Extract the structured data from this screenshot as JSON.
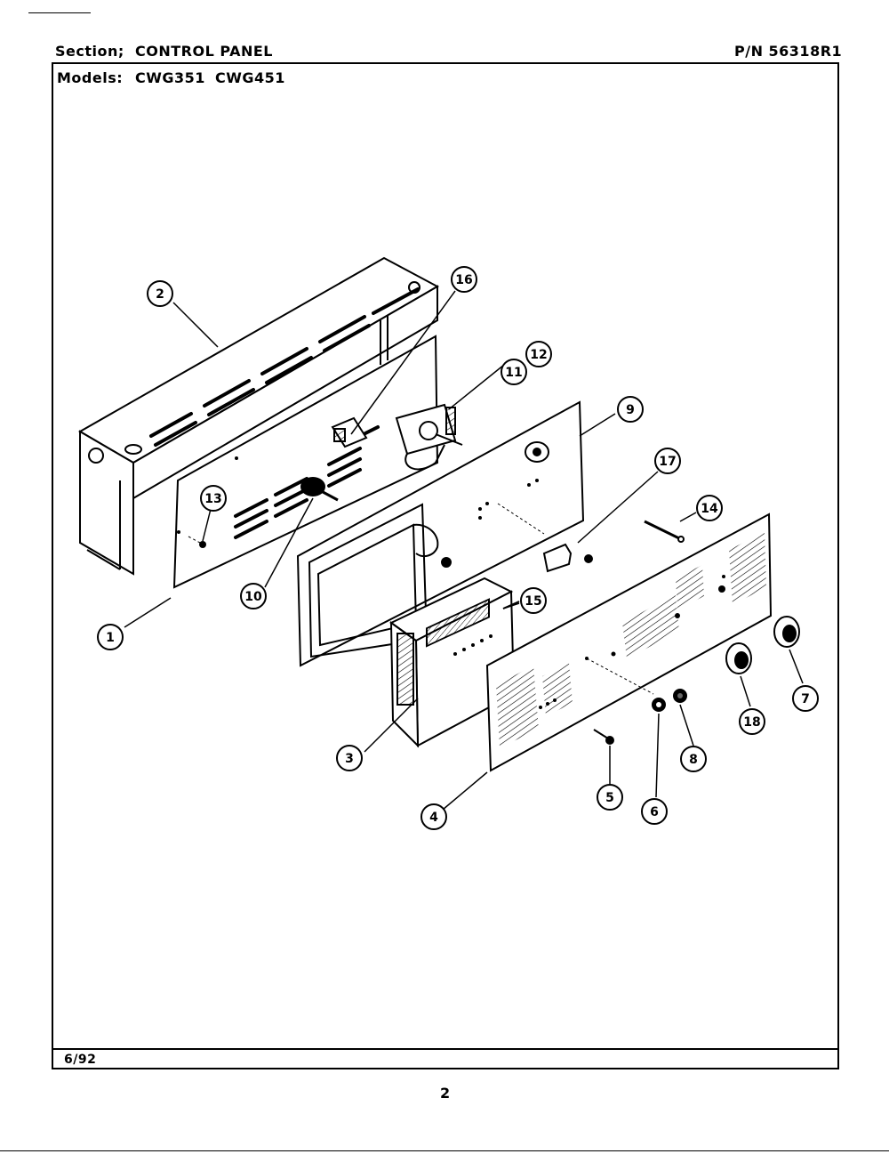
{
  "header": {
    "section_label": "Section;",
    "section_name": "CONTROL PANEL",
    "part_number": "P/N 56318R1",
    "models_label": "Models:",
    "models": [
      "CWG351",
      "CWG451"
    ]
  },
  "footer": {
    "date": "6/92",
    "page_number": "2"
  },
  "diagram": {
    "callouts": [
      {
        "id": "c1",
        "label": "1"
      },
      {
        "id": "c2",
        "label": "2"
      },
      {
        "id": "c3",
        "label": "3"
      },
      {
        "id": "c4",
        "label": "4"
      },
      {
        "id": "c5",
        "label": "5"
      },
      {
        "id": "c6",
        "label": "6"
      },
      {
        "id": "c7",
        "label": "7"
      },
      {
        "id": "c8",
        "label": "8"
      },
      {
        "id": "c9",
        "label": "9"
      },
      {
        "id": "c10",
        "label": "10"
      },
      {
        "id": "c11",
        "label": "11"
      },
      {
        "id": "c12",
        "label": "12"
      },
      {
        "id": "c13",
        "label": "13"
      },
      {
        "id": "c14",
        "label": "14"
      },
      {
        "id": "c15",
        "label": "15"
      },
      {
        "id": "c16",
        "label": "16"
      },
      {
        "id": "c17",
        "label": "17"
      },
      {
        "id": "c18",
        "label": "18"
      }
    ]
  }
}
